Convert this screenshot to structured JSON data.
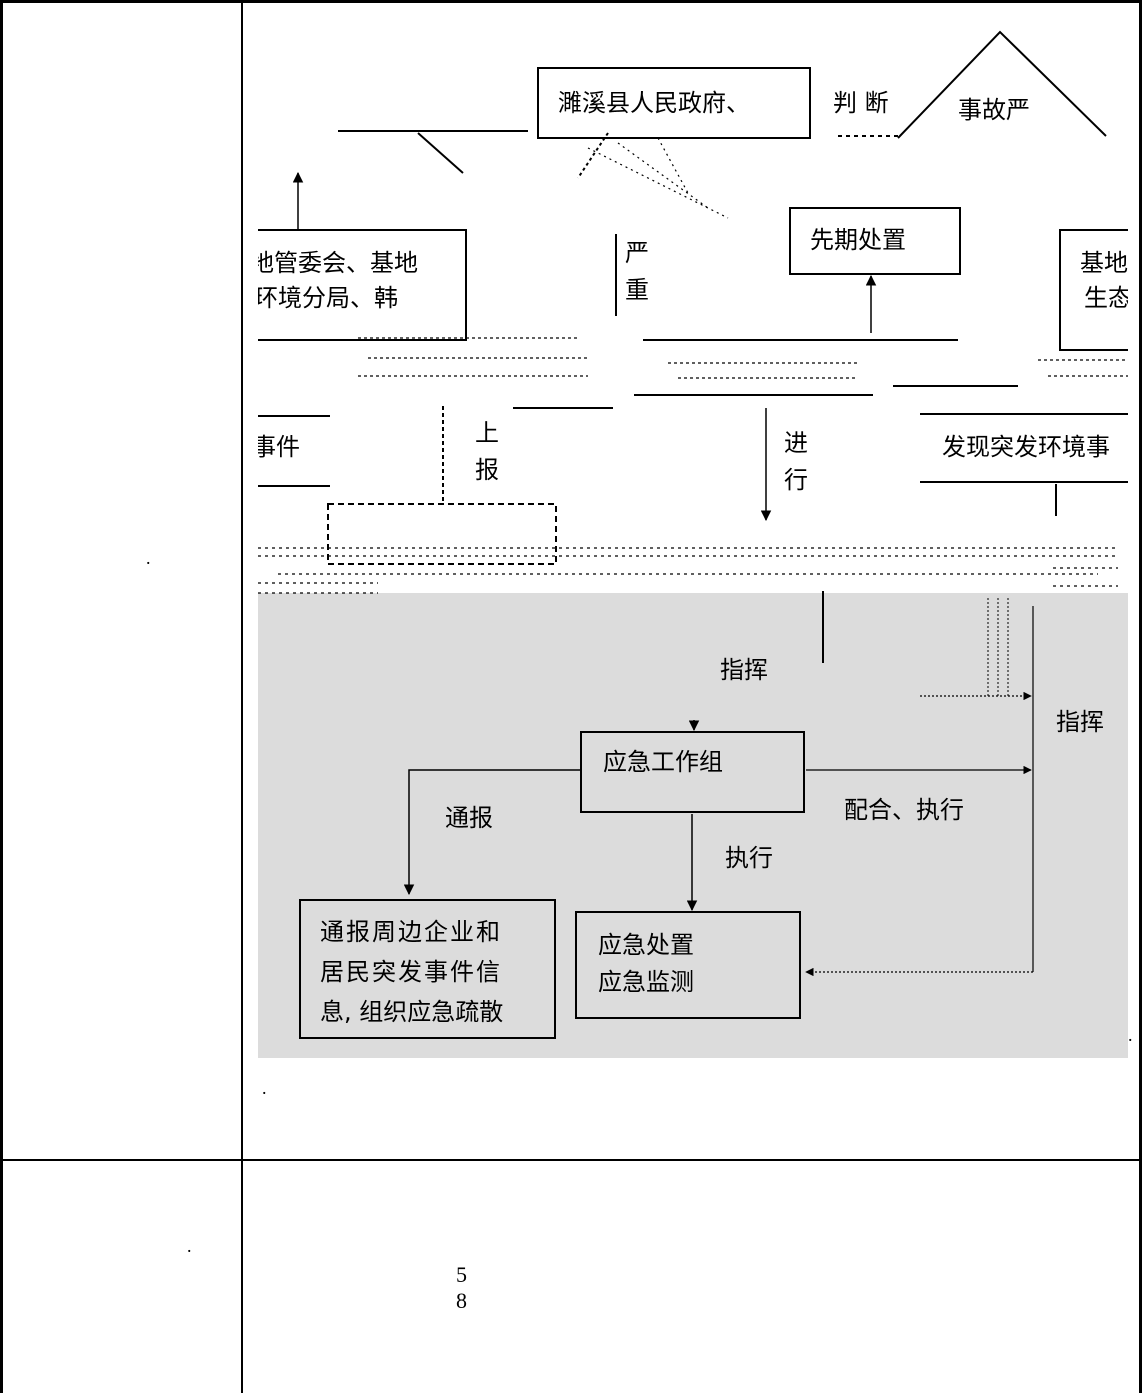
{
  "table": {
    "row1_left_mark": ".",
    "row1_below_diagram_mark": ".",
    "row1_right_mark": ".",
    "row2_left_mark": "."
  },
  "diagram": {
    "top_box_text": "濉溪县人民政府、",
    "judge_label": "判 断",
    "severity_node": "事故严",
    "severe_label_1": "严",
    "severe_label_2": "重",
    "left_box_line1": "地管委会、基地",
    "left_box_line2": "环境分局、韩",
    "right_box_line1": "基地",
    "right_box_line2": "生态",
    "early_disposal_box": "先期处置",
    "event_label": "事件",
    "report_label_1": "上",
    "report_label_2": "报",
    "proceed_label_1": "进",
    "proceed_label_2": "行",
    "discover_label": "发现突发环境事",
    "command_label_1": "指挥",
    "command_label_2": "指挥",
    "working_group_box": "应急工作组",
    "notify_label": "通报",
    "cooperate_label": "配合、执行",
    "execute_label": "执行",
    "notify_box_line1": "通报周边企业和",
    "notify_box_line2": "居民突发事件信",
    "notify_box_line3": "息, 组织应急疏散",
    "disposal_box_line1": "应急处置",
    "disposal_box_line2": "应急监测"
  },
  "row2": {
    "page_numbers": [
      "5",
      "8"
    ]
  }
}
